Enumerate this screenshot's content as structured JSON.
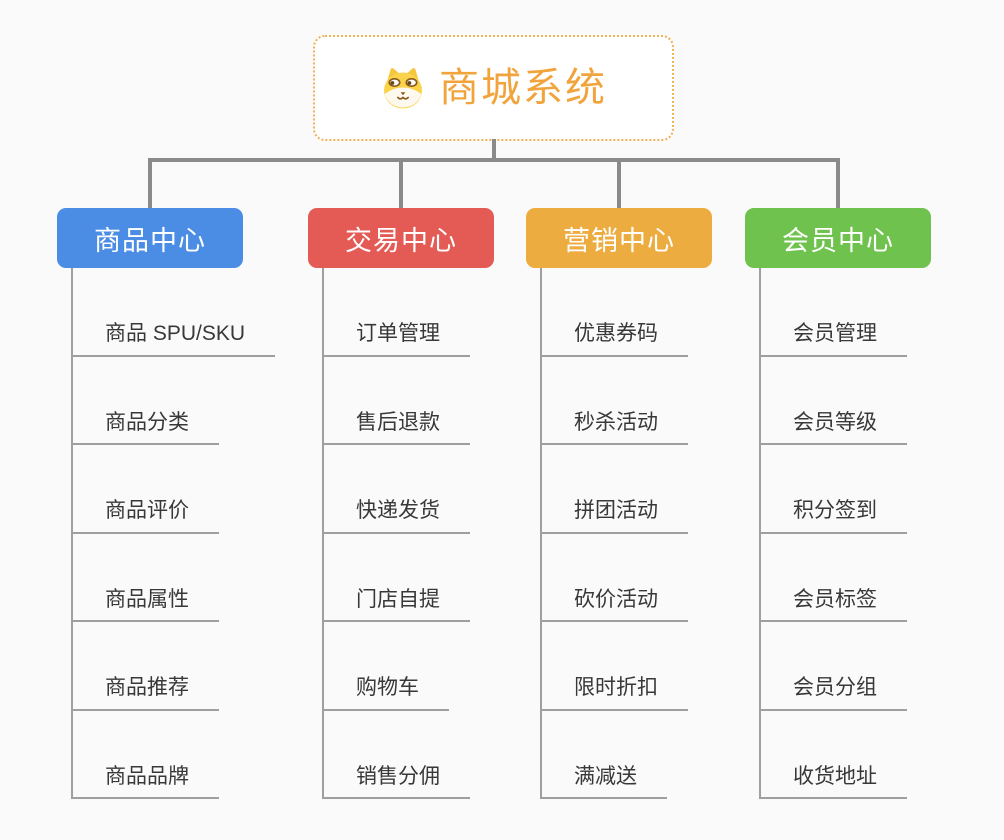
{
  "root": {
    "title": "商城系统",
    "icon": "shiba-dog-face"
  },
  "branches": [
    {
      "label": "商品中心",
      "color": "#4b8de4",
      "items": [
        "商品 SPU/SKU",
        "商品分类",
        "商品评价",
        "商品属性",
        "商品推荐",
        "商品品牌"
      ]
    },
    {
      "label": "交易中心",
      "color": "#e45b56",
      "items": [
        "订单管理",
        "售后退款",
        "快递发货",
        "门店自提",
        "购物车",
        "销售分佣"
      ]
    },
    {
      "label": "营销中心",
      "color": "#edac40",
      "items": [
        "优惠券码",
        "秒杀活动",
        "拼团活动",
        "砍价活动",
        "限时折扣",
        "满减送"
      ]
    },
    {
      "label": "会员中心",
      "color": "#6ec24d",
      "items": [
        "会员管理",
        "会员等级",
        "积分签到",
        "会员标签",
        "会员分组",
        "收货地址"
      ]
    }
  ],
  "theme": {
    "root_accent": "#f2a43c",
    "root_border": "#f0b055",
    "connector": "#8a8a8a",
    "item_line": "#9ea0a0",
    "item_text": "#383838",
    "background": "#fafafa"
  }
}
